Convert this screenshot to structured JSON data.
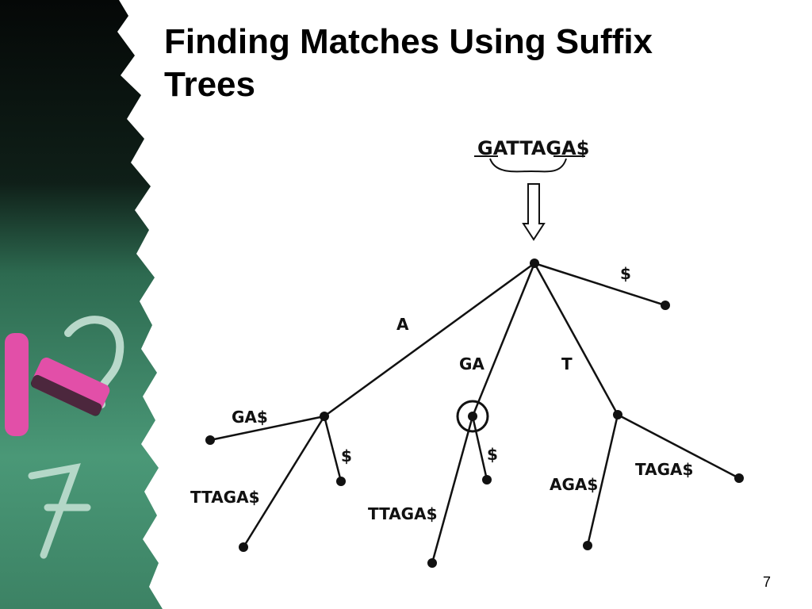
{
  "slide": {
    "title_line_1": "Finding Matches Using Suffix",
    "title_line_2": "Trees",
    "page_number": "7"
  },
  "diagram": {
    "input_string": "GATTAGA$",
    "root_edges": {
      "a": "A",
      "ga": "GA",
      "t": "T",
      "dollar": "$"
    },
    "a_node_edges": {
      "ga_dollar": "GA$",
      "ttaga_dollar": "TTAGA$",
      "dollar": "$"
    },
    "ga_node_edges": {
      "ttaga_dollar": "TTAGA$",
      "dollar": "$"
    },
    "t_node_edges": {
      "aga_dollar": "AGA$",
      "taga_dollar": "TAGA$"
    },
    "highlighted_node": "GA"
  },
  "colors": {
    "background": "#ffffff",
    "ink": "#111111",
    "chalkboard_dark": "#0b0f0d",
    "chalkboard_green": "#3f8a6a",
    "chalk_pink": "#e24fa8"
  }
}
